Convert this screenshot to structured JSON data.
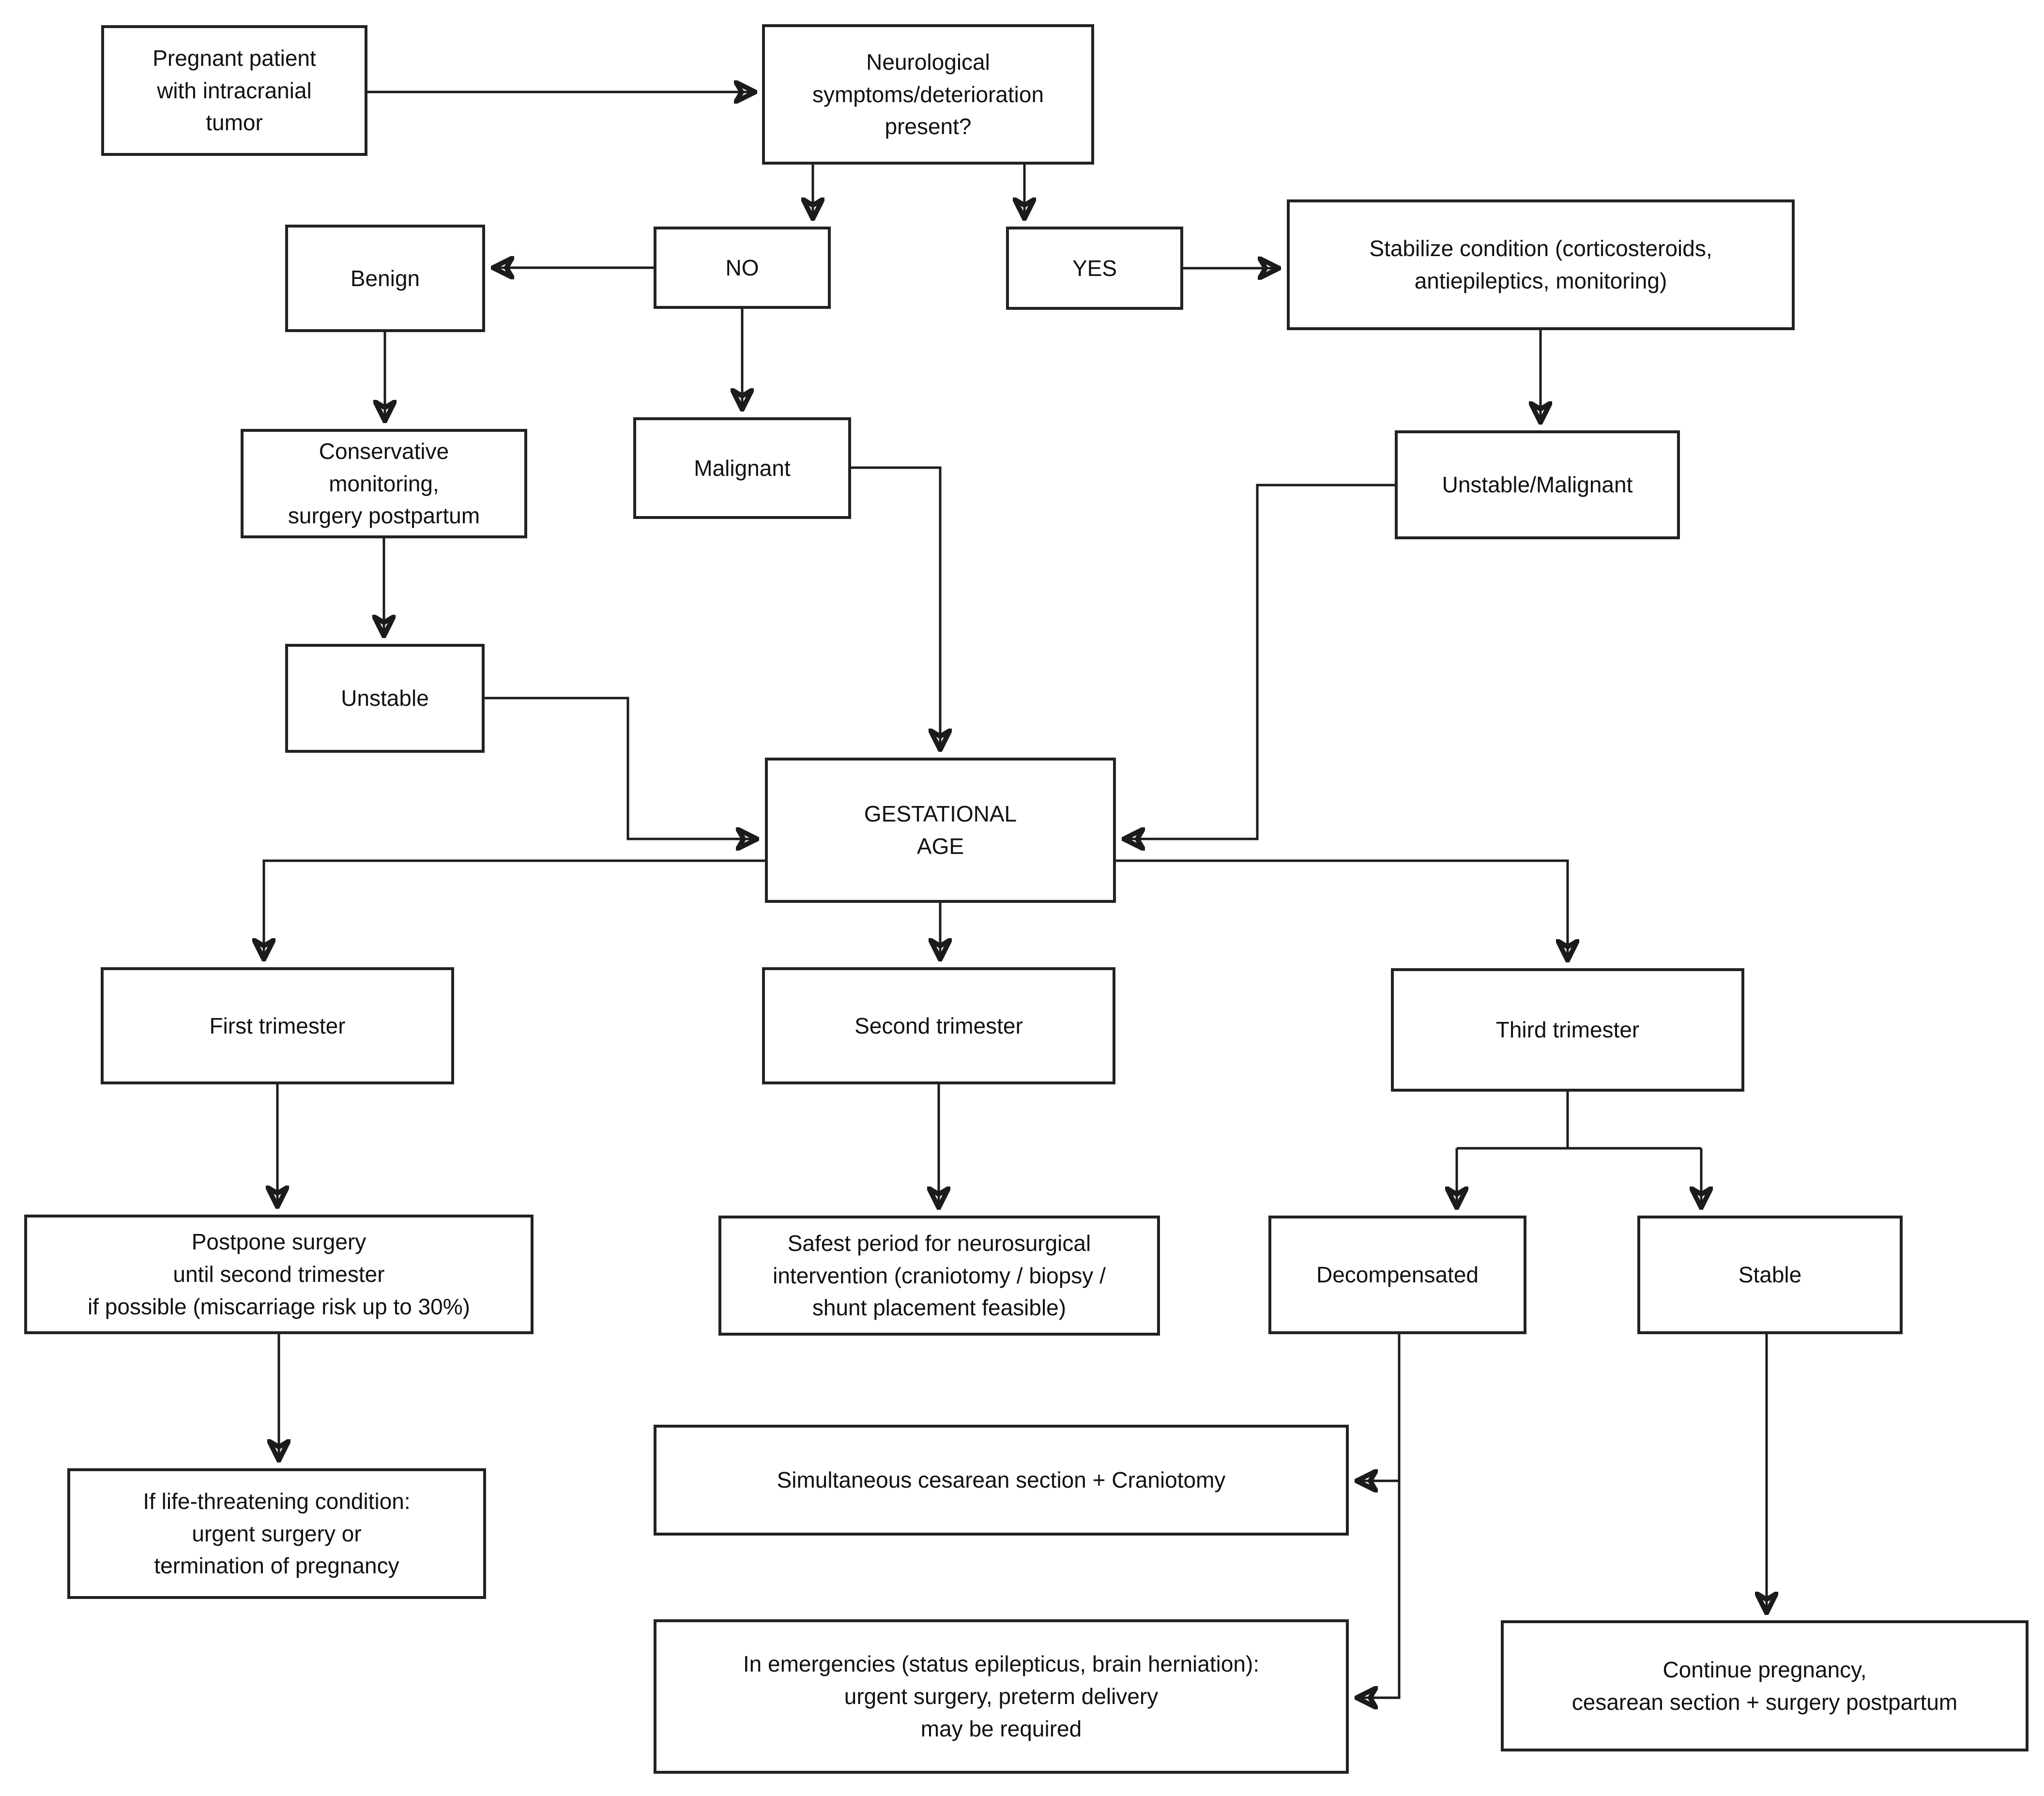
{
  "page": {
    "background_color": "#ffffff",
    "line_color": "#1b1b1b",
    "box_border_color": "#222222",
    "text_color": "#111111"
  },
  "nodes": {
    "start": {
      "label": "Pregnant patient\nwith intracranial\ntumor"
    },
    "neurological_question": {
      "label": "Neurological\nsymptoms/deterioration\npresent?"
    },
    "no": {
      "label": "NO"
    },
    "yes": {
      "label": "YES"
    },
    "benign": {
      "label": "Benign"
    },
    "stabilize": {
      "label": "Stabilize condition (corticosteroids,\nantiepileptics, monitoring)"
    },
    "conservative": {
      "label": "Conservative\nmonitoring,\nsurgery postpartum"
    },
    "malignant": {
      "label": "Malignant"
    },
    "unstable_malignant": {
      "label": "Unstable/Malignant"
    },
    "unstable": {
      "label": "Unstable"
    },
    "gestational_age": {
      "label": "GESTATIONAL\nAGE"
    },
    "first_trimester": {
      "label": "First trimester"
    },
    "second_trimester": {
      "label": "Second trimester"
    },
    "third_trimester": {
      "label": "Third trimester"
    },
    "postpone_surgery": {
      "label": "Postpone surgery\nuntil second trimester\nif possible (miscarriage risk up to 30%)"
    },
    "safest_period": {
      "label": "Safest period for neurosurgical\nintervention (craniotomy / biopsy /\nshunt placement feasible)"
    },
    "decompensated": {
      "label": "Decompensated"
    },
    "stable": {
      "label": "Stable"
    },
    "life_threatening": {
      "label": "If life-threatening condition:\nurgent surgery or\ntermination of pregnancy"
    },
    "simultaneous_cesarean": {
      "label": "Simultaneous cesarean section + Craniotomy"
    },
    "emergencies": {
      "label": "In emergencies (status epilepticus, brain herniation):\nurgent surgery, preterm delivery\nmay be required"
    },
    "continue_pregnancy": {
      "label": "Continue pregnancy,\ncesarean section + surgery postpartum"
    }
  },
  "edges": [
    {
      "from": "start",
      "to": "neurological_question"
    },
    {
      "from": "neurological_question",
      "to": "no"
    },
    {
      "from": "neurological_question",
      "to": "yes"
    },
    {
      "from": "no",
      "to": "benign"
    },
    {
      "from": "yes",
      "to": "stabilize"
    },
    {
      "from": "benign",
      "to": "conservative"
    },
    {
      "from": "no",
      "to": "malignant"
    },
    {
      "from": "stabilize",
      "to": "unstable_malignant"
    },
    {
      "from": "conservative",
      "to": "unstable"
    },
    {
      "from": "malignant",
      "to": "gestational_age"
    },
    {
      "from": "unstable",
      "to": "gestational_age"
    },
    {
      "from": "unstable_malignant",
      "to": "gestational_age"
    },
    {
      "from": "gestational_age",
      "to": "first_trimester"
    },
    {
      "from": "gestational_age",
      "to": "second_trimester"
    },
    {
      "from": "gestational_age",
      "to": "third_trimester"
    },
    {
      "from": "first_trimester",
      "to": "postpone_surgery"
    },
    {
      "from": "second_trimester",
      "to": "safest_period"
    },
    {
      "from": "third_trimester",
      "to": "decompensated"
    },
    {
      "from": "third_trimester",
      "to": "stable"
    },
    {
      "from": "postpone_surgery",
      "to": "life_threatening"
    },
    {
      "from": "decompensated",
      "to": "simultaneous_cesarean"
    },
    {
      "from": "decompensated",
      "to": "emergencies"
    },
    {
      "from": "stable",
      "to": "continue_pregnancy"
    }
  ]
}
